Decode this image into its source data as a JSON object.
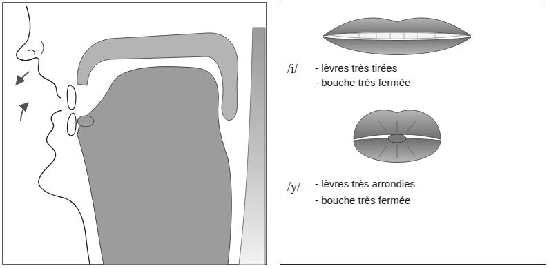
{
  "diagram": {
    "nodes": [
      {
        "text": [
          "/i/",
          "- lèvres très tirées",
          "- bouche très fermée",
          "/y/",
          "- lèvres très arrondies",
          "- bouche très fermée"
        ]
      }
    ]
  }
}
